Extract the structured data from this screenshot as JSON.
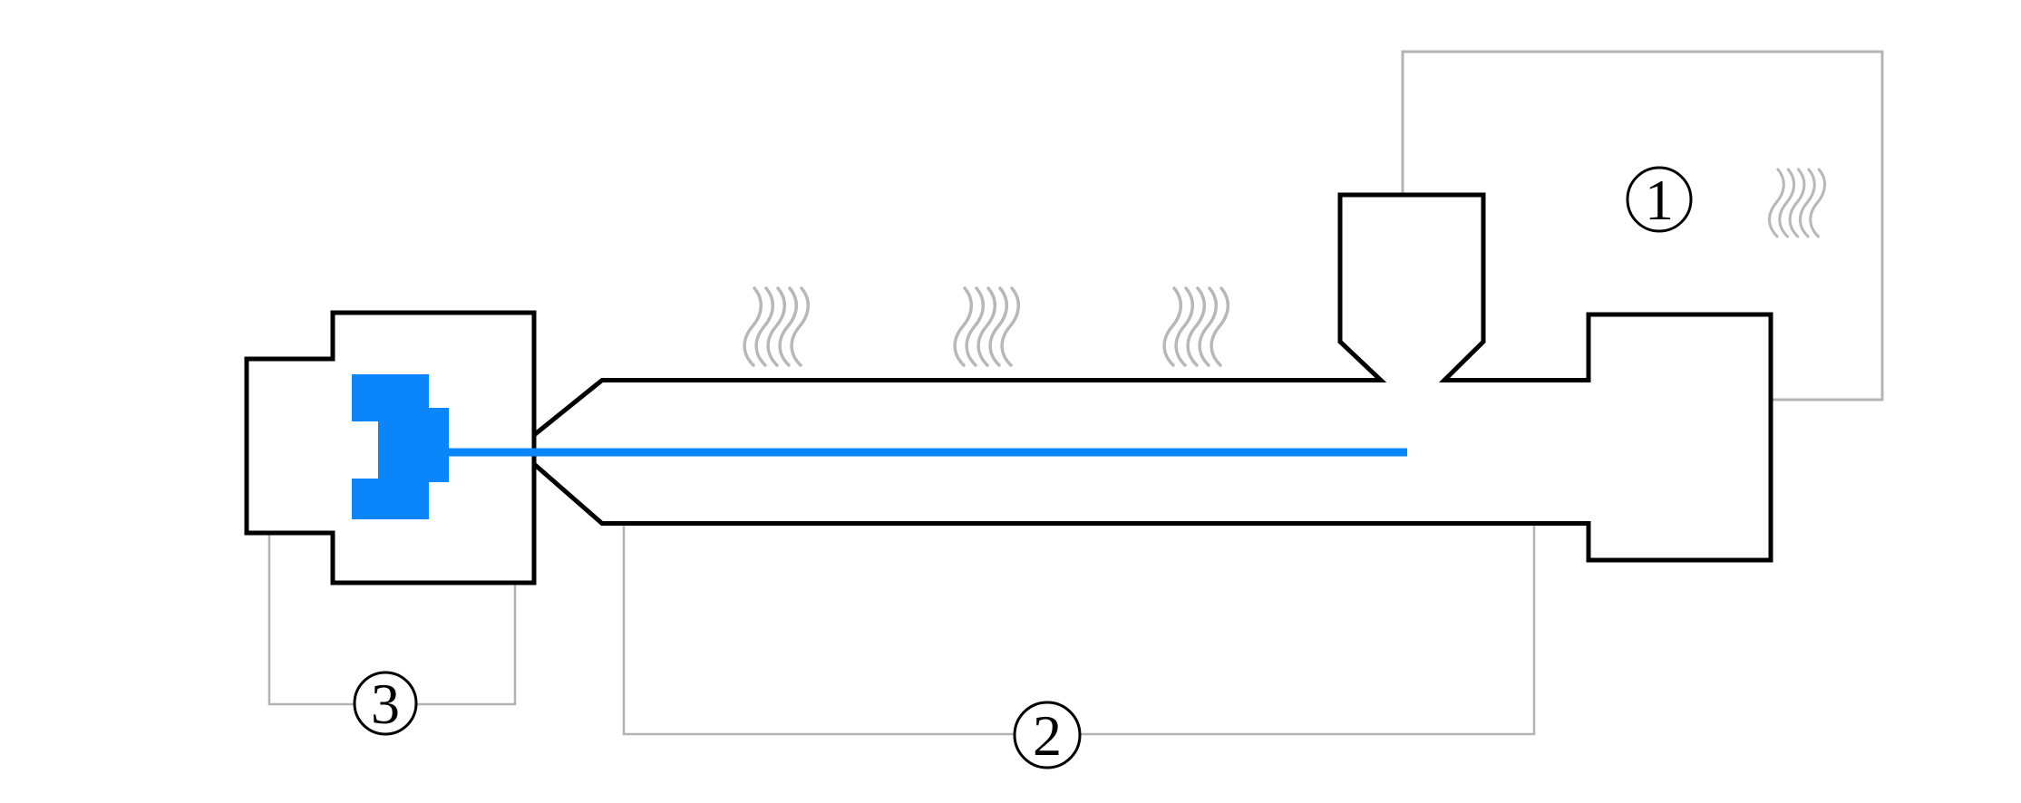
{
  "diagram": {
    "kind": "process-schematic",
    "description": "Extrusion / injection-molding style schematic: hopper feeding a heated barrel with melt stream into a mold, three circled number callouts",
    "background": "#ffffff"
  },
  "colors": {
    "outline": "#000000",
    "blue": "#0a86fa",
    "gray": "#b4b4b4",
    "wave": "#b8b8b8",
    "bg": "#ffffff"
  },
  "labels": {
    "badge1": {
      "digit": "1"
    },
    "badge2": {
      "digit": "2"
    },
    "badge3": {
      "digit": "3"
    }
  }
}
